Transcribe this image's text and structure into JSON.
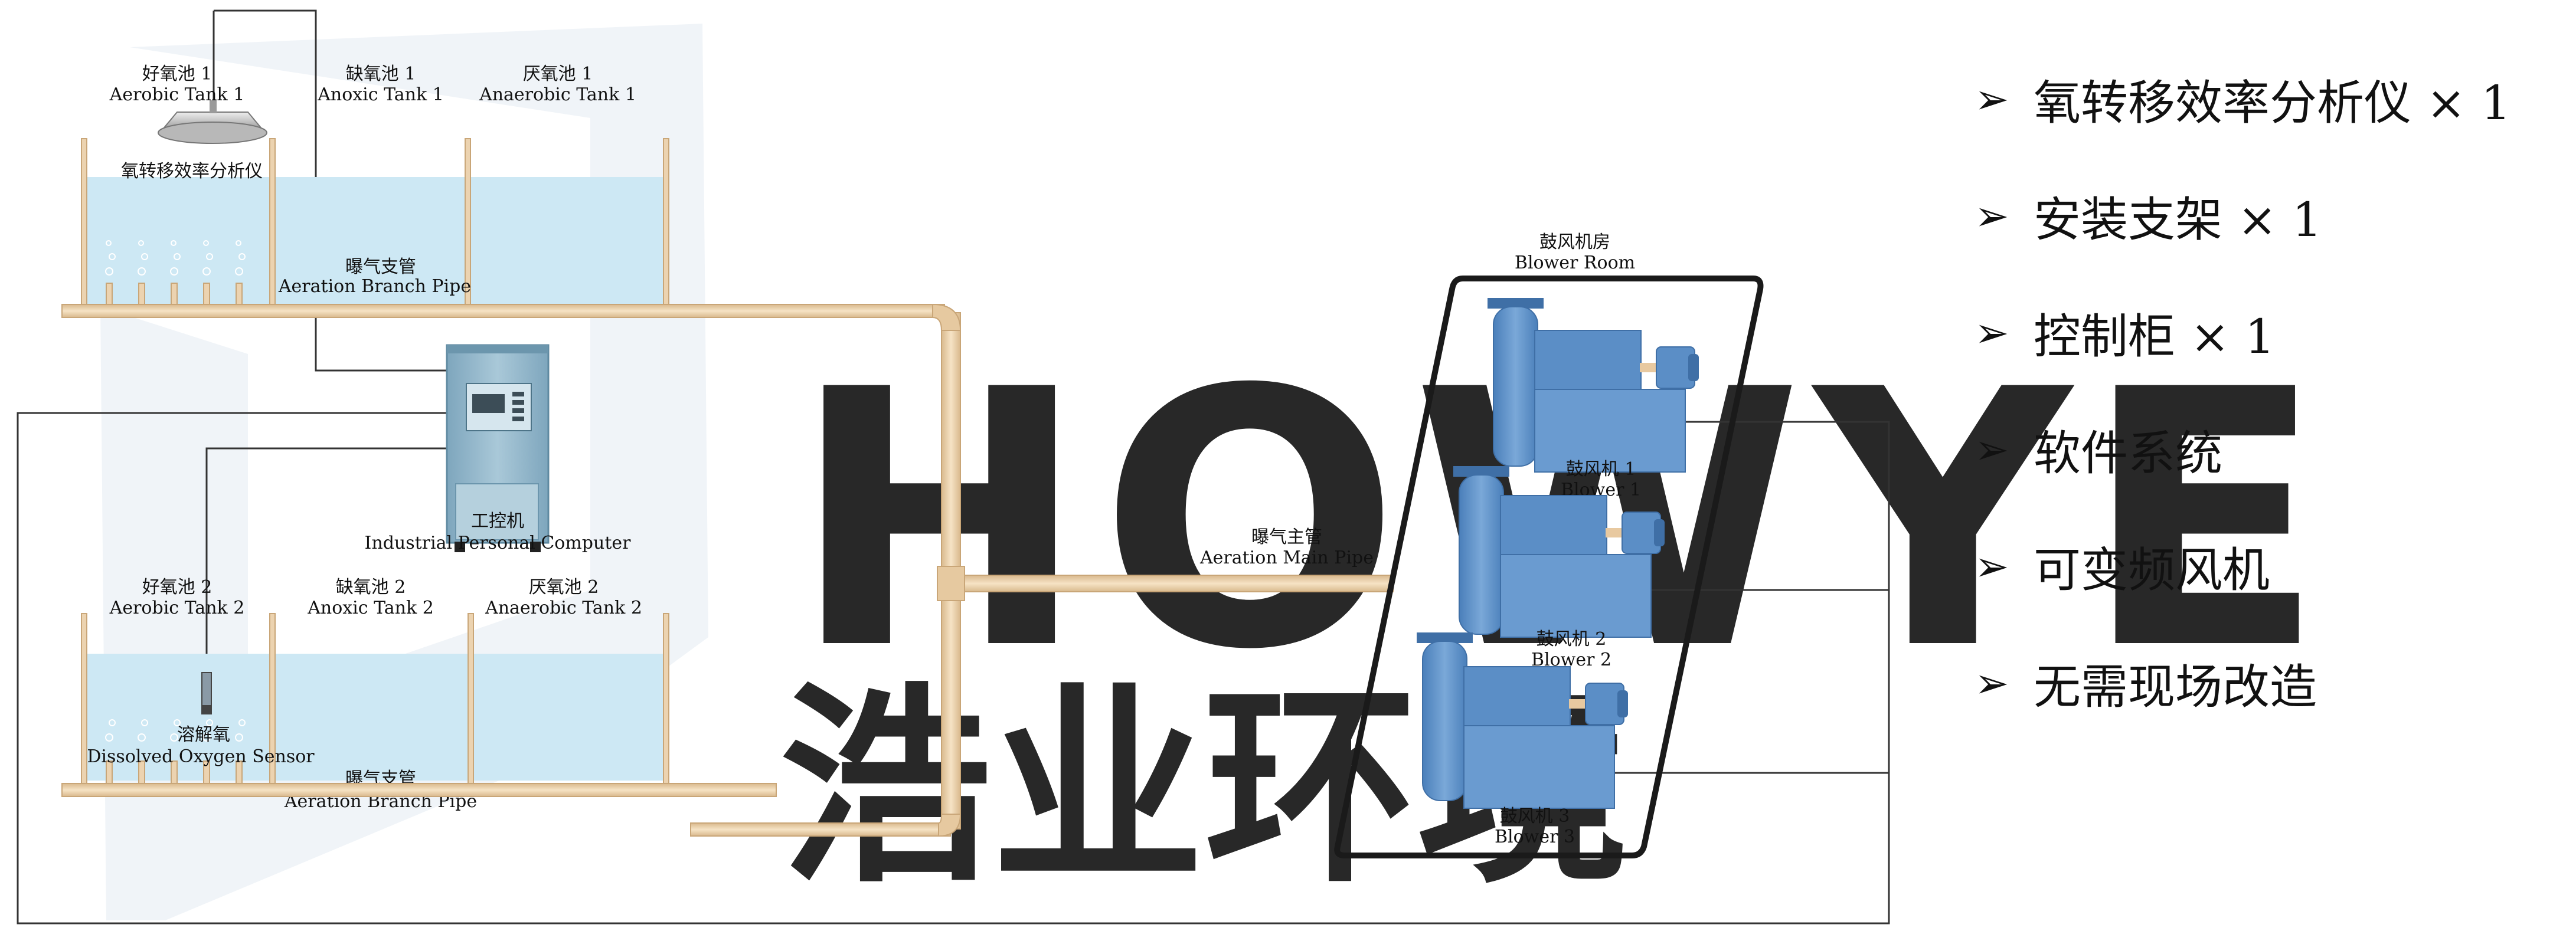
{
  "watermark": {
    "latin": "HOWYE",
    "chinese": "浩业环境"
  },
  "tanks_row1": [
    {
      "cn": "好氧池 1",
      "en": "Aerobic Tank 1"
    },
    {
      "cn": "缺氧池 1",
      "en": "Anoxic Tank 1"
    },
    {
      "cn": "厌氧池 1",
      "en": "Anaerobic Tank 1"
    }
  ],
  "tanks_row2": [
    {
      "cn": "好氧池 2",
      "en": "Aerobic Tank 2"
    },
    {
      "cn": "缺氧池 2",
      "en": "Anoxic Tank 2"
    },
    {
      "cn": "厌氧池 2",
      "en": "Anaerobic Tank 2"
    }
  ],
  "analyzer_label": "氧转移效率分析仪",
  "branch_pipe_1": {
    "cn": "曝气支管",
    "en": "Aeration Branch Pipe"
  },
  "branch_pipe_2": {
    "cn": "曝气支管",
    "en": "Aeration Branch Pipe"
  },
  "main_pipe": {
    "cn": "曝气主管",
    "en": "Aeration Main Pipe"
  },
  "computer": {
    "cn": "工控机",
    "en": "Industrial Personal Computer"
  },
  "sensor": {
    "cn": "溶解氧",
    "en": "Dissolved Oxygen Sensor"
  },
  "blower_room": {
    "cn": "鼓风机房",
    "en": "Blower Room"
  },
  "blowers": [
    {
      "cn": "鼓风机 1",
      "en": "Blower 1"
    },
    {
      "cn": "鼓风机 2",
      "en": "Blower 2"
    },
    {
      "cn": "鼓风机 3",
      "en": "Blower 3"
    }
  ],
  "features": [
    {
      "arrow": "➢",
      "text": "氧转移效率分析仪 × 1"
    },
    {
      "arrow": "➢",
      "text": "安装支架 × 1"
    },
    {
      "arrow": "➢",
      "text": "控制柜 × 1"
    },
    {
      "arrow": "➢",
      "text": "软件系统"
    },
    {
      "arrow": "➢",
      "text": "可变频风机"
    },
    {
      "arrow": "➢",
      "text": "无需现场改造"
    }
  ],
  "colors": {
    "water": "#cde8f4",
    "pipe": "#ecd3b0",
    "pipe_edge": "#c9a678",
    "blower": "#5b8ec6",
    "blower_dark": "#3f6fa6",
    "cabinet": "#8fb5c9",
    "watermark": "#e4ebf2"
  }
}
